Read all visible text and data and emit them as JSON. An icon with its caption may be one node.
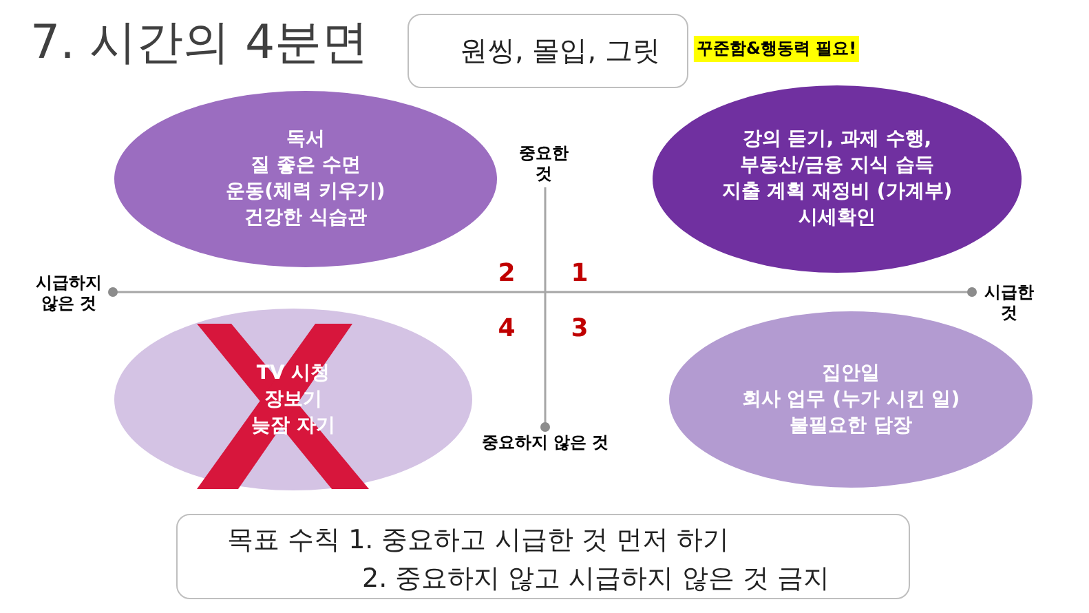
{
  "diagram": {
    "title": "7. 시간의 4분면",
    "nodes": [
      {
        "text": [
          "원씽, 몰입, 그릿"
        ]
      },
      {
        "text": [
          "독서",
          "질 좋은 수면",
          "운동(체력 키우기)",
          "건강한 식습관"
        ]
      },
      {
        "text": [
          "강의 듣기, 과제 수행,",
          "부동산/금융 지식 습득",
          "지출 계획 재정비 (가계부)",
          "시세확인"
        ]
      },
      {
        "text": [
          "TV 시청",
          "장보기",
          "늦잠 자기"
        ]
      },
      {
        "text": [
          "집안일",
          "회사 업무 (누가 시킨 일)",
          "불필요한 답장"
        ]
      },
      {
        "text": [
          "목표 수칙 1. 중요하고 시급한 것 먼저 하기",
          "2. 중요하지 않고 시급하지 않은 것 금지"
        ]
      }
    ],
    "labels": [
      "꾸준함&행동력 필요!",
      "중요한 것",
      "시급하지 않은 것",
      "2",
      "1",
      "시급한 것",
      "4",
      "3",
      "중요하지 않은 것"
    ]
  }
}
